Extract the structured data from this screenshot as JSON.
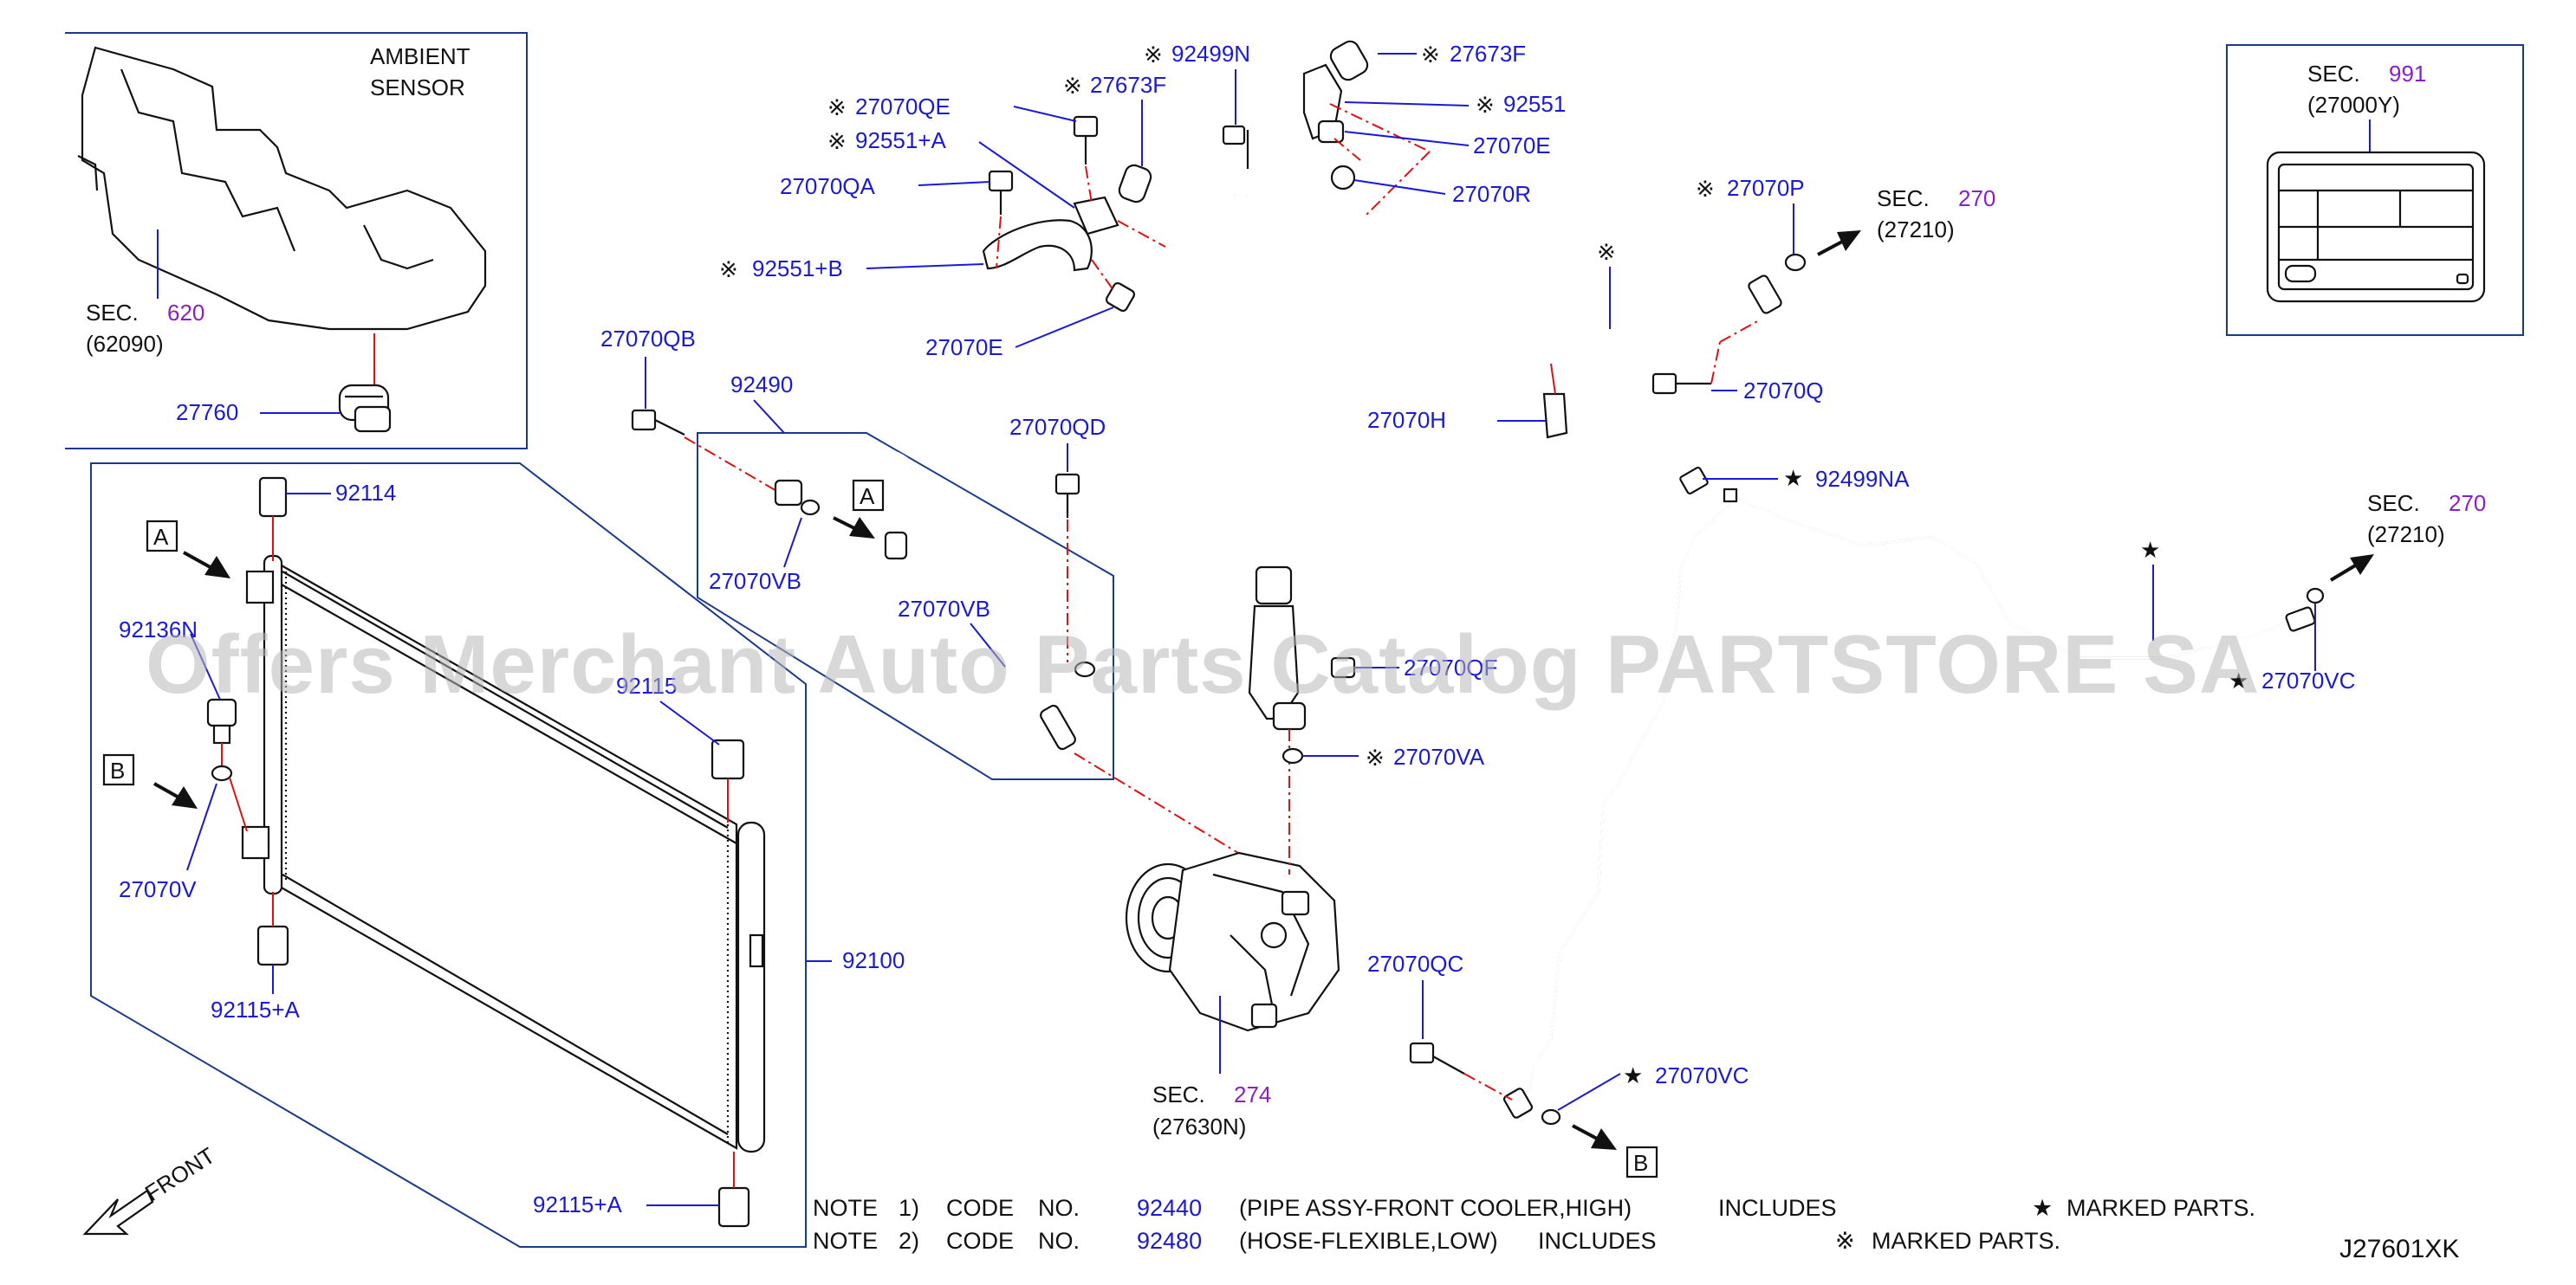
{
  "diagram_code": "J27601XK",
  "watermark": "Offers Merchant Auto Parts Catalog PARTSTORE SA",
  "ambient_label": [
    "AMBIENT",
    "SENSOR"
  ],
  "front_label": "FRONT",
  "sections": {
    "s620": {
      "prefix": "SEC.",
      "num": "620",
      "sub": "(62090)"
    },
    "s991": {
      "prefix": "SEC.",
      "num": "991",
      "sub": "(27000Y)"
    },
    "s270a": {
      "prefix": "SEC.",
      "num": "270",
      "sub": "(27210)"
    },
    "s270b": {
      "prefix": "SEC.",
      "num": "270",
      "sub": "(27210)"
    },
    "s274": {
      "prefix": "SEC.",
      "num": "274",
      "sub": "(27630N)"
    }
  },
  "markers": {
    "a": "A",
    "b": "B"
  },
  "symbols": {
    "kome": "※",
    "star": "★"
  },
  "parts": {
    "p27760": "27760",
    "p92114": "92114",
    "p92136N": "92136N",
    "p92115": "92115",
    "p27070V": "27070V",
    "p92115A1": "92115+A",
    "p92115A2": "92115+A",
    "p92100": "92100",
    "p27070QB": "27070QB",
    "p92490": "92490",
    "p27070VB1": "27070VB",
    "p27070VB2": "27070VB",
    "p27070QD": "27070QD",
    "p27070QE": "27070QE",
    "p92551A": "92551+A",
    "p27070QA": "27070QA",
    "p92551B": "92551+B",
    "p27070E1": "27070E",
    "p27673F1": "27673F",
    "p92499N": "92499N",
    "p27673F2": "27673F",
    "p92551": "92551",
    "p27070E2": "27070E",
    "p27070R": "27070R",
    "p27070P": "27070P",
    "p27070H": "27070H",
    "p27070Q": "27070Q",
    "p27070QF": "27070QF",
    "p27070VA": "27070VA",
    "p27070QC": "27070QC",
    "p27070VC1": "27070VC",
    "p27070VC2": "27070VC",
    "p92499NA": "92499NA"
  },
  "notes": [
    {
      "label": "NOTE",
      "idx": "1)",
      "code_word": "CODE",
      "no_word": "NO.",
      "code": "92440",
      "desc": "(PIPE ASSY-FRONT COOLER,HIGH)",
      "includes": "INCLUDES",
      "mark": "★",
      "tail": "MARKED PARTS."
    },
    {
      "label": "NOTE",
      "idx": "2)",
      "code_word": "CODE",
      "no_word": "NO.",
      "code": "92480",
      "desc": "(HOSE-FLEXIBLE,LOW)",
      "includes": "INCLUDES",
      "mark": "※",
      "tail": "MARKED PARTS."
    }
  ]
}
